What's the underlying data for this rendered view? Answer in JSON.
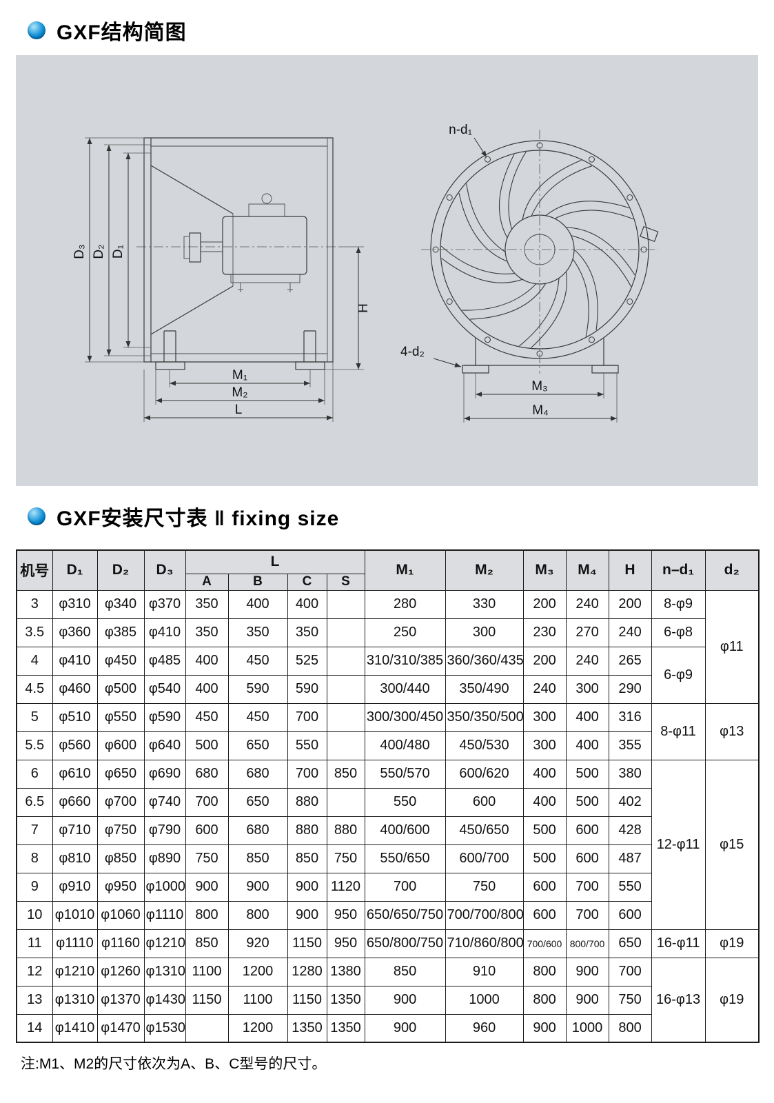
{
  "colors": {
    "accent": "#0e8fd6",
    "panel": "#d3d6da",
    "header_bg": "#dcdde0"
  },
  "headings": {
    "structure": "GXF结构简图",
    "fixing": "GXF安装尺寸表 ‖ fixing size"
  },
  "diagram": {
    "labels": {
      "d3": "D₃",
      "d2": "D₂",
      "d1": "D₁",
      "h": "H",
      "m1": "M₁",
      "m2": "M₂",
      "l": "L",
      "nd1": "n-d₁",
      "d2_4": "4-d₂",
      "m3": "M₃",
      "m4": "M₄"
    }
  },
  "table": {
    "headers": {
      "jihao": "机号",
      "d1": "D₁",
      "d2col": "D₂",
      "d3": "D₃",
      "l": "L",
      "a": "A",
      "b": "B",
      "c": "C",
      "s": "S",
      "m1": "M₁",
      "m2": "M₂",
      "m3": "M₃",
      "m4": "M₄",
      "h": "H",
      "nd1": "n–d₁",
      "d2small": "d₂"
    },
    "rows": [
      [
        "3",
        "φ310",
        "φ340",
        "φ370",
        "350",
        "400",
        "400",
        "",
        "280",
        "330",
        "200",
        "240",
        "200",
        "8-φ9",
        {
          "t": "φ11",
          "rs": 4
        }
      ],
      [
        "3.5",
        "φ360",
        "φ385",
        "φ410",
        "350",
        "350",
        "350",
        "",
        "250",
        "300",
        "230",
        "270",
        "240",
        "6-φ8"
      ],
      [
        "4",
        "φ410",
        "φ450",
        "φ485",
        "400",
        "450",
        "525",
        "",
        "310/310/385",
        "360/360/435",
        "200",
        "240",
        "265",
        {
          "t": "6-φ9",
          "rs": 2
        }
      ],
      [
        "4.5",
        "φ460",
        "φ500",
        "φ540",
        "400",
        "590",
        "590",
        "",
        "300/440",
        "350/490",
        "240",
        "300",
        "290"
      ],
      [
        "5",
        "φ510",
        "φ550",
        "φ590",
        "450",
        "450",
        "700",
        "",
        "300/300/450",
        "350/350/500",
        "300",
        "400",
        "316",
        {
          "t": "8-φ11",
          "rs": 2
        },
        {
          "t": "φ13",
          "rs": 2
        }
      ],
      [
        "5.5",
        "φ560",
        "φ600",
        "φ640",
        "500",
        "650",
        "550",
        "",
        "400/480",
        "450/530",
        "300",
        "400",
        "355"
      ],
      [
        "6",
        "φ610",
        "φ650",
        "φ690",
        "680",
        "680",
        "700",
        "850",
        "550/570",
        "600/620",
        "400",
        "500",
        "380",
        {
          "t": "12-φ11",
          "rs": 6
        },
        {
          "t": "φ15",
          "rs": 6
        }
      ],
      [
        "6.5",
        "φ660",
        "φ700",
        "φ740",
        "700",
        "650",
        "880",
        "",
        "550",
        "600",
        "400",
        "500",
        "402"
      ],
      [
        "7",
        "φ710",
        "φ750",
        "φ790",
        "600",
        "680",
        "880",
        "880",
        "400/600",
        "450/650",
        "500",
        "600",
        "428"
      ],
      [
        "8",
        "φ810",
        "φ850",
        "φ890",
        "750",
        "850",
        "850",
        "750",
        "550/650",
        "600/700",
        "500",
        "600",
        "487"
      ],
      [
        "9",
        "φ910",
        "φ950",
        "φ1000",
        "900",
        "900",
        "900",
        "1120",
        "700",
        "750",
        "600",
        "700",
        "550"
      ],
      [
        "10",
        "φ1010",
        "φ1060",
        "φ1110",
        "800",
        "800",
        "900",
        "950",
        "650/650/750",
        "700/700/800",
        "600",
        "700",
        "600"
      ],
      [
        "11",
        "φ1110",
        "φ1160",
        "φ1210",
        "850",
        "920",
        "1150",
        "950",
        "650/800/750",
        "710/860/800",
        {
          "t": "700/600",
          "cls": "small"
        },
        {
          "t": "800/700",
          "cls": "small"
        },
        "650",
        "16-φ11",
        "φ19"
      ],
      [
        "12",
        "φ1210",
        "φ1260",
        "φ1310",
        "1100",
        "1200",
        "1280",
        "1380",
        "850",
        "910",
        "800",
        "900",
        "700",
        {
          "t": "16-φ13",
          "rs": 3
        },
        {
          "t": "φ19",
          "rs": 3
        }
      ],
      [
        "13",
        "φ1310",
        "φ1370",
        "φ1430",
        "1150",
        "1100",
        "1150",
        "1350",
        "900",
        "1000",
        "800",
        "900",
        "750"
      ],
      [
        "14",
        "φ1410",
        "φ1470",
        "φ1530",
        "",
        "1200",
        "1350",
        "1350",
        "900",
        "960",
        "900",
        "1000",
        "800"
      ]
    ]
  },
  "note": "注:M1、M2的尺寸依次为A、B、C型号的尺寸。"
}
